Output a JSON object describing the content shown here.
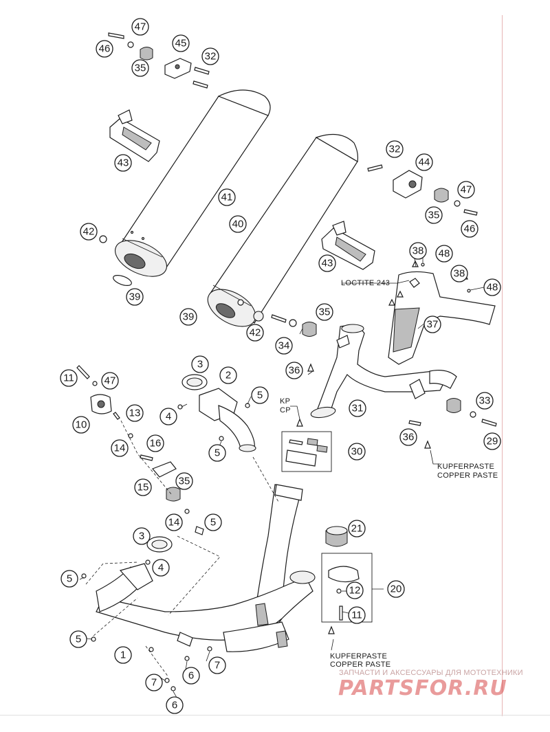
{
  "notes": {
    "loctite": "LOCTITE 243",
    "kp": "KP",
    "cp": "CP",
    "kupferpaste": "KUPFERPASTE",
    "copper_paste": "COPPER PASTE"
  },
  "callouts": [
    "46",
    "47",
    "35",
    "45",
    "32",
    "43",
    "41",
    "42",
    "39",
    "40",
    "32",
    "44",
    "47",
    "35",
    "46",
    "43",
    "38",
    "48",
    "38",
    "48",
    "37",
    "39",
    "42",
    "34",
    "35",
    "36",
    "31",
    "33",
    "29",
    "36",
    "30",
    "11",
    "47",
    "10",
    "13",
    "14",
    "16",
    "15",
    "35",
    "14",
    "5",
    "3",
    "2",
    "5",
    "4",
    "5",
    "3",
    "4",
    "5",
    "5",
    "1",
    "7",
    "6",
    "7",
    "6",
    "21",
    "12",
    "20",
    "11"
  ],
  "watermark": {
    "tagline": "ЗАПЧАСТИ И АКСЕССУАРЫ ДЛЯ МОТОТЕХНИКИ",
    "logo": "PARTSFOR.RU"
  }
}
